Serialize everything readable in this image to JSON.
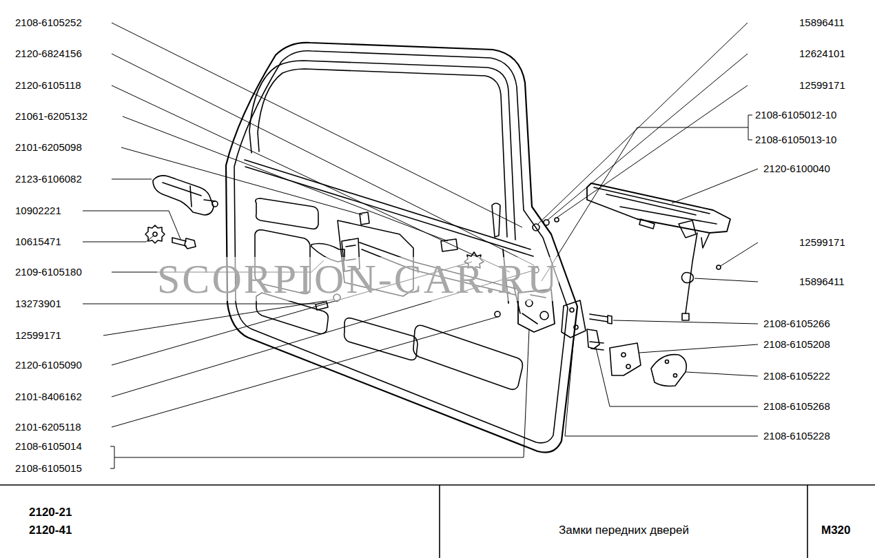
{
  "diagram": {
    "title": "Замки передних дверей",
    "labels": [
      "2108-6105252",
      "2120-6824156",
      "2120-6105118",
      "21061-6205132",
      "2101-6205098",
      "2123-6106082",
      "10902221",
      "10615471",
      "2109-6105180",
      "13273901",
      "12599171",
      "2120-6105090",
      "2101-8406162",
      "2101-6205118",
      "2108-6105014",
      "2108-6105015",
      "15896411",
      "12624101",
      "12599171",
      "2108-6105012-10",
      "2108-6105013-10",
      "2120-6100040",
      "12599171",
      "15896411",
      "2108-6105266",
      "2108-6105208",
      "2108-6105222",
      "2108-6105268",
      "2108-6105228",
      "SCORPION-CAR.RU",
      "2120-21",
      "2120-41",
      "М320"
    ]
  }
}
